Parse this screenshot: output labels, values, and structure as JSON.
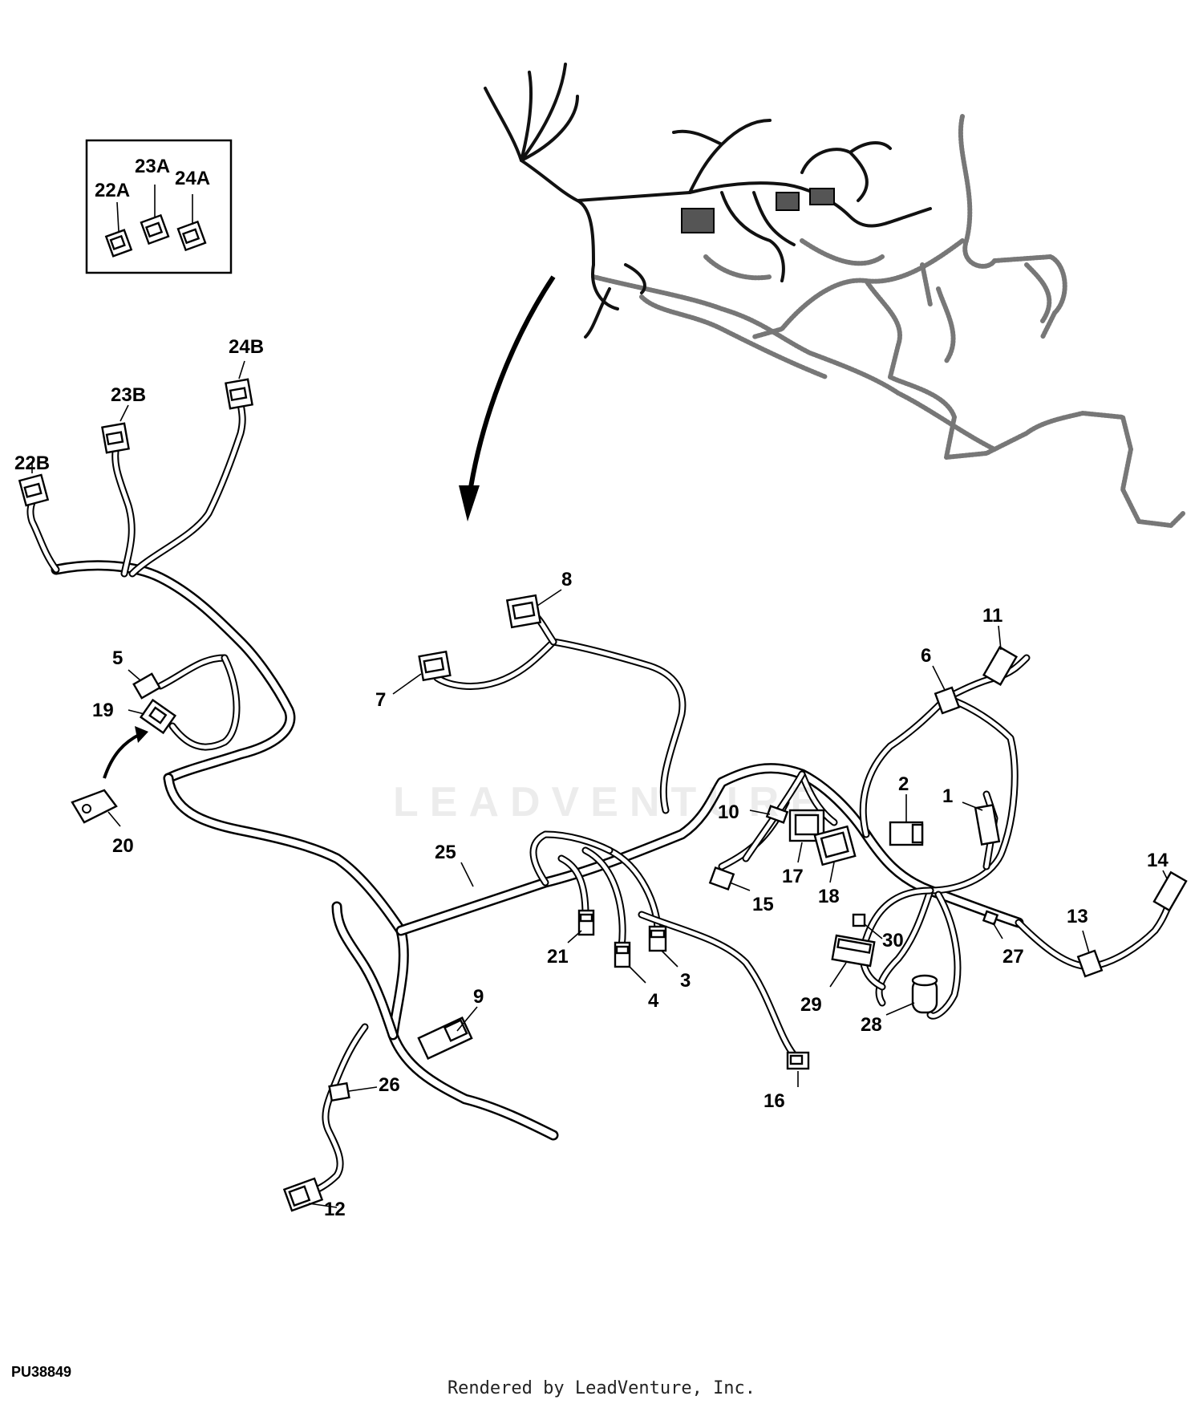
{
  "diagram": {
    "figure_code": "PU38849",
    "footer": "Rendered by LeadVenture, Inc.",
    "watermark": "LEADVENTURE",
    "inset_labels": [
      "22A",
      "23A",
      "24A"
    ],
    "callouts": [
      "1",
      "2",
      "3",
      "4",
      "5",
      "6",
      "7",
      "8",
      "9",
      "10",
      "11",
      "12",
      "13",
      "14",
      "15",
      "16",
      "17",
      "18",
      "19",
      "20",
      "21",
      "22B",
      "23B",
      "24B",
      "25",
      "26",
      "27",
      "28",
      "29",
      "30"
    ]
  }
}
